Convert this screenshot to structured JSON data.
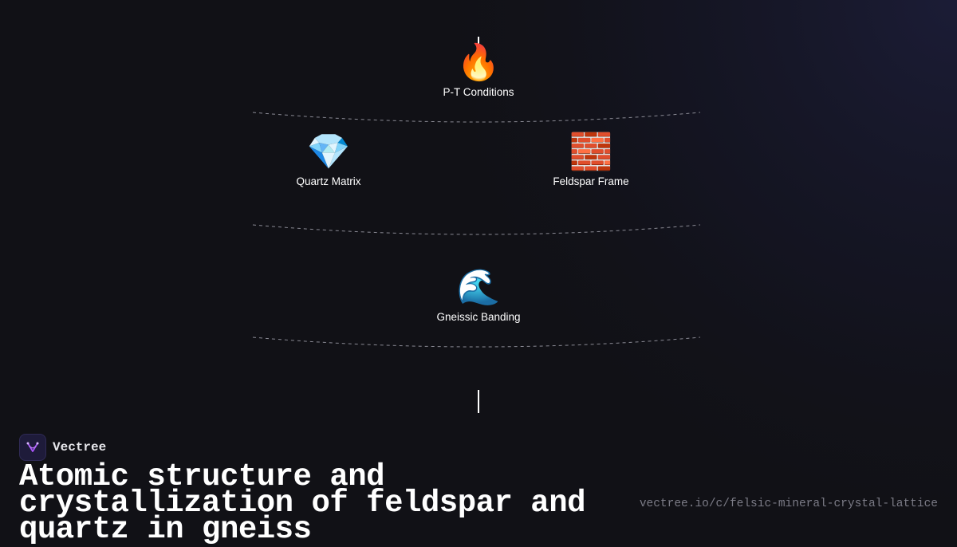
{
  "diagram": {
    "nodes": [
      {
        "id": "pt",
        "icon": "fire-icon",
        "emoji": "🔥",
        "label": "P-T Conditions"
      },
      {
        "id": "quartz",
        "icon": "gem-icon",
        "emoji": "💎",
        "label": "Quartz Matrix"
      },
      {
        "id": "feldspar",
        "icon": "brick-icon",
        "emoji": "🧱",
        "label": "Feldspar Frame"
      },
      {
        "id": "gneiss",
        "icon": "wave-icon",
        "emoji": "🌊",
        "label": "Gneissic Banding"
      }
    ]
  },
  "brand": {
    "name": "Vectree",
    "logo_icon": "vectree-logo-icon",
    "logo_color": "#a855f7"
  },
  "title": "Atomic structure and crystallization of feldspar and quartz in gneiss",
  "url": "vectree.io/c/felsic-mineral-crystal-lattice",
  "colors": {
    "background": "#111116",
    "separator": "#8a8a94",
    "muted_text": "#7b7b86"
  }
}
